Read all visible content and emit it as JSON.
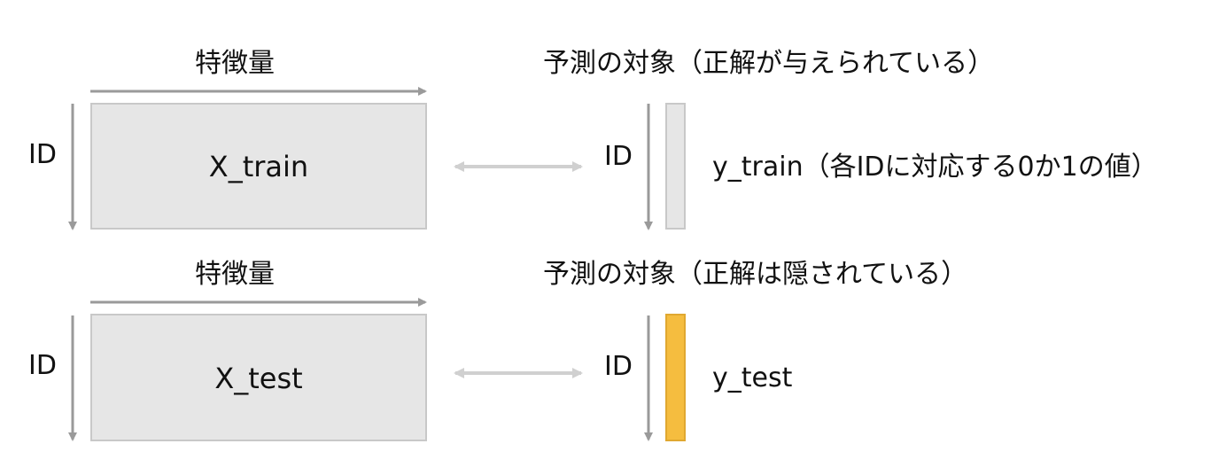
{
  "colors": {
    "box_fill": "#e6e6e6",
    "box_border": "#c8c8c8",
    "axis_arrow": "#9a9a9a",
    "link_arrow": "#d0d0d0",
    "train_bar": "#e6e6e6",
    "test_bar": "#f5bd3f"
  },
  "train": {
    "feature_label": "特徴量",
    "id_label_left": "ID",
    "x_label": "X_train",
    "target_heading": "予測の対象（正解が与えられている）",
    "id_label_right": "ID",
    "y_label": "y_train（各IDに対応する0か1の値）"
  },
  "test": {
    "feature_label": "特徴量",
    "id_label_left": "ID",
    "x_label": "X_test",
    "target_heading": "予測の対象（正解は隠されている）",
    "id_label_right": "ID",
    "y_label": "y_test"
  }
}
